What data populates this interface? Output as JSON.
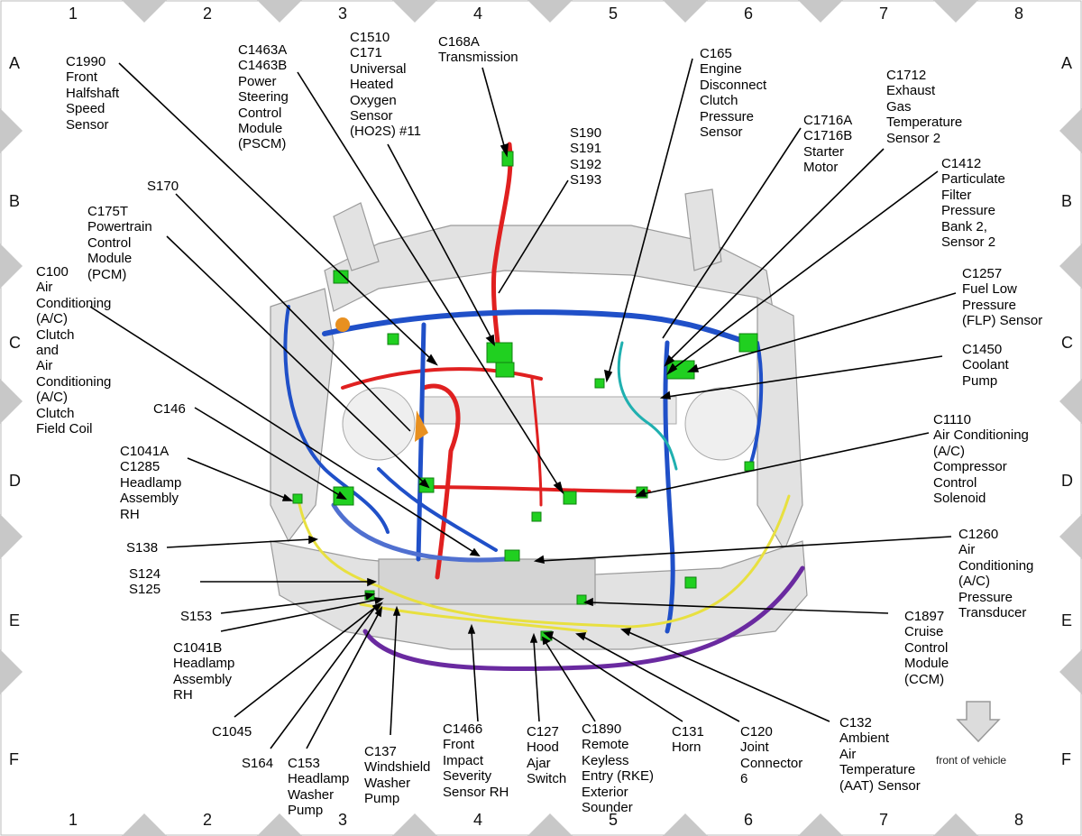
{
  "grid": {
    "columns": [
      "1",
      "2",
      "3",
      "4",
      "5",
      "6",
      "7",
      "8"
    ],
    "rows": [
      "A",
      "B",
      "C",
      "D",
      "E",
      "F"
    ]
  },
  "labels": {
    "c1990": "C1990\nFront\nHalfshaft\nSpeed\nSensor",
    "c1463": "C1463A\nC1463B\nPower\nSteering\nControl\nModule\n(PSCM)",
    "c1510": "C1510\nC171\nUniversal\nHeated\nOxygen\nSensor\n(HO2S) #11",
    "c168a": "C168A\nTransmission",
    "s190": "S190\nS191\nS192\nS193",
    "c165": "C165\nEngine\nDisconnect\nClutch\nPressure\nSensor",
    "c1716": "C1716A\nC1716B\nStarter\nMotor",
    "c1712": "C1712\nExhaust\nGas\nTemperature\nSensor 2",
    "c1412": "C1412\nParticulate\nFilter\nPressure\nBank 2,\nSensor 2",
    "c1257": "C1257\nFuel Low\nPressure\n(FLP) Sensor",
    "c1450": "C1450\nCoolant\nPump",
    "c1110": "C1110\nAir Conditioning\n(A/C)\nCompressor\nControl\nSolenoid",
    "c1260": "C1260\nAir\nConditioning\n(A/C)\nPressure\nTransducer",
    "c1897": "C1897\nCruise\nControl\nModule\n(CCM)",
    "c132": "C132\nAmbient\nAir\nTemperature\n(AAT) Sensor",
    "c120": "C120\nJoint\nConnector\n6",
    "c131": "C131\nHorn",
    "c1890": "C1890\nRemote\nKeyless\nEntry (RKE)\nExterior\nSounder",
    "c127": "C127\nHood\nAjar\nSwitch",
    "c1466": "C1466\nFront\nImpact\nSeverity\nSensor RH",
    "c137": "C137\nWindshield\nWasher\nPump",
    "c153": "C153\nHeadlamp\nWasher\nPump",
    "s164": "S164",
    "c1045": "C1045",
    "c1041b": "C1041B\nHeadlamp\nAssembly\nRH",
    "s153": "S153",
    "s124": "S124\nS125",
    "s138": "S138",
    "c1041a": "C1041A\nC1285\nHeadlamp\nAssembly\nRH",
    "c146": "C146",
    "c100": "C100\nAir\nConditioning\n(A/C)\nClutch\nand\nAir\nConditioning\n(A/C)\nClutch\nField Coil",
    "c175t": "C175T\nPowertrain\nControl\nModule\n(PCM)",
    "s170": "S170"
  },
  "front_of_vehicle": "front of vehicle",
  "colors": {
    "red_harness": "#e02020",
    "blue_harness": "#2050c8",
    "yellow_harness": "#e8e040",
    "purple_harness": "#6a2aa0",
    "cyan_harness": "#20b0b0",
    "connector": "#20d020",
    "frame": "#c8c8c8"
  }
}
